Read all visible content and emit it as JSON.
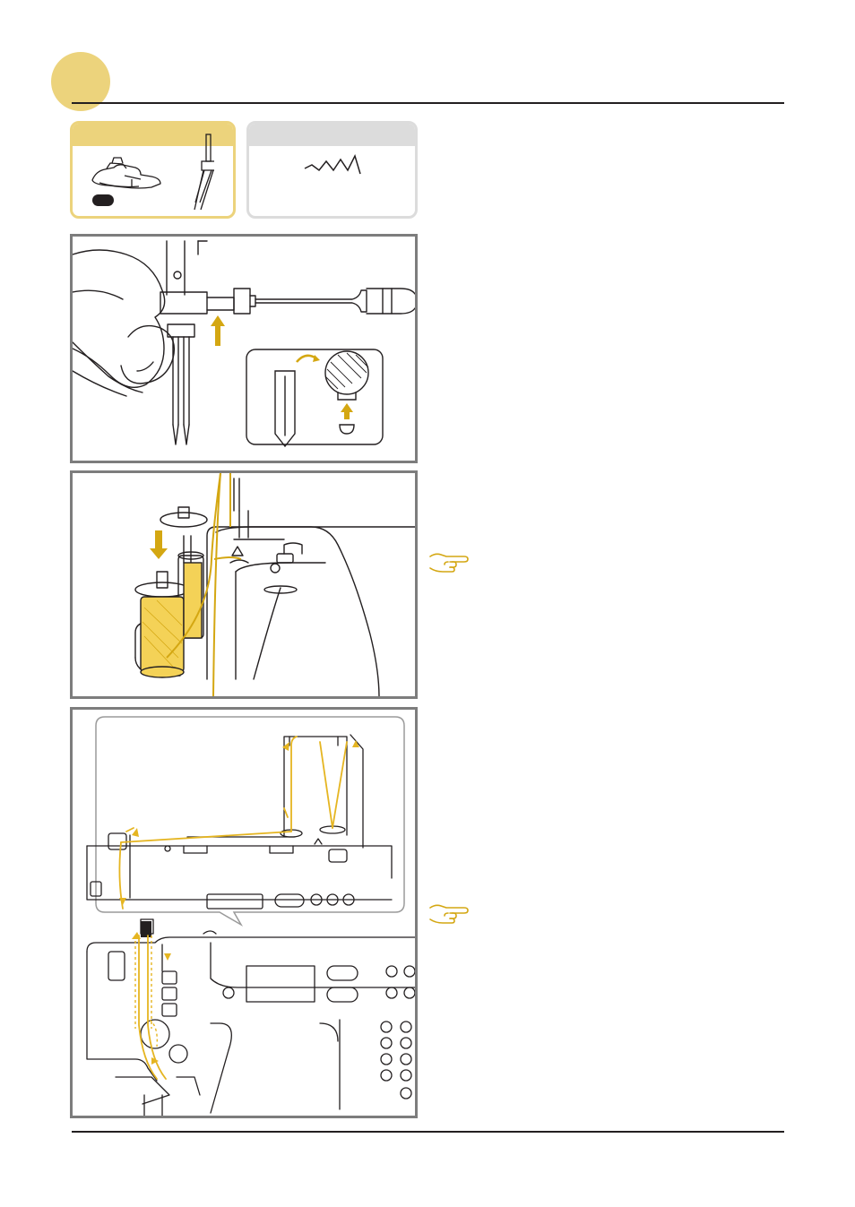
{
  "section": {
    "accent_color": "#ecd37c",
    "marker_shape": "filled-circle"
  },
  "presser_foot_card": {
    "icons": [
      "presser-foot-icon",
      "twin-needle-icon"
    ],
    "foot_badge": ""
  },
  "stitch_card": {
    "icons": [
      "zigzag-stitch-icon"
    ]
  },
  "figures": [
    {
      "name": "needle-install-figure",
      "icons": [
        "hand-icon",
        "twin-needle-icon",
        "screwdriver-icon",
        "up-arrow-icon",
        "needle-flat-side-icon"
      ]
    },
    {
      "name": "spool-setup-figure",
      "icons": [
        "spool-cap-icon",
        "thread-spool-icon",
        "down-arrow-icon"
      ]
    },
    {
      "name": "threading-path-figure",
      "icons": [
        "thread-guide-icon",
        "machine-front-icon"
      ]
    }
  ],
  "notes": [
    {
      "icon": "pointing-hand-icon"
    },
    {
      "icon": "pointing-hand-icon"
    }
  ]
}
